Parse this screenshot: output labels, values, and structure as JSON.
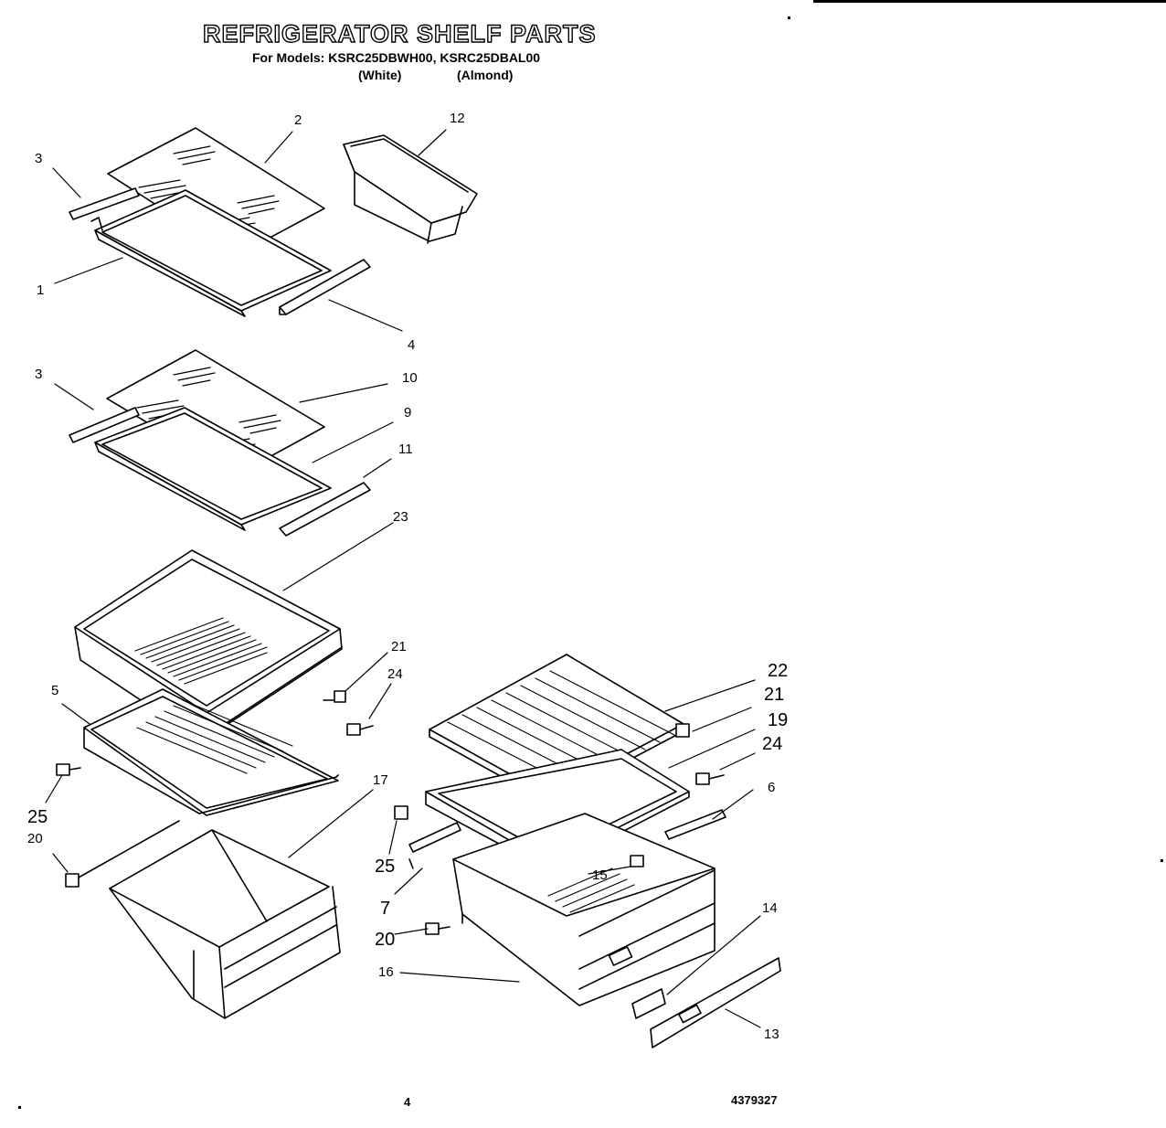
{
  "header": {
    "title": "REFRIGERATOR SHELF PARTS",
    "models_line": "For Models: KSRC25DBWH00, KSRC25DBAL00",
    "variant_white": "(White)",
    "variant_almond": "(Almond)"
  },
  "callouts": {
    "p1": "1",
    "p2": "2",
    "p3a": "3",
    "p3b": "3",
    "p4": "4",
    "p5": "5",
    "p6": "6",
    "p7": "7",
    "p9": "9",
    "p10": "10",
    "p11": "11",
    "p12": "12",
    "p13": "13",
    "p14": "14",
    "p15": "15",
    "p16": "16",
    "p17": "17",
    "p19": "19",
    "p20a": "20",
    "p20b": "20",
    "p21a": "21",
    "p21b": "21",
    "p22": "22",
    "p23": "23",
    "p24a": "24",
    "p24b": "24",
    "p25a": "25",
    "p25b": "25"
  },
  "footer": {
    "page_number": "4",
    "document_number": "4379327"
  }
}
